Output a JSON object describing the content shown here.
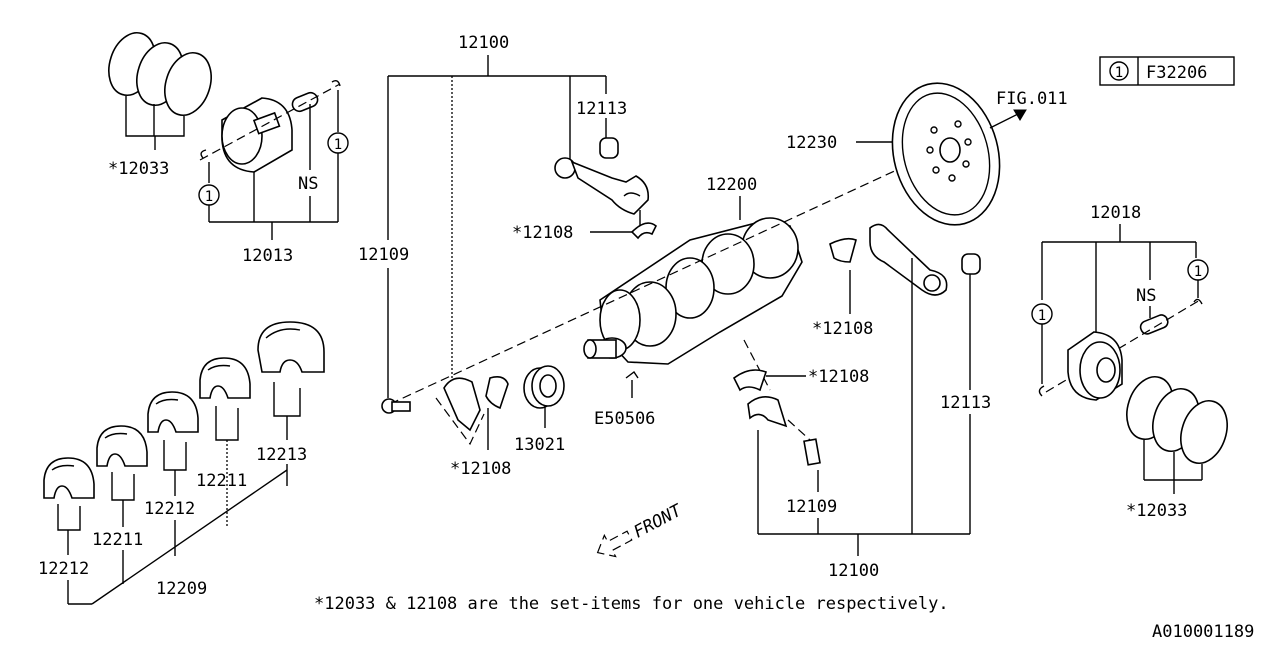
{
  "figure_ref": {
    "circled": "1",
    "code": "F32206"
  },
  "fig_link": "FIG.011",
  "front_label": "FRONT",
  "ns": "NS",
  "circled_one": "1",
  "labels": {
    "top_12100": "12100",
    "bottom_12100": "12100",
    "rod_bushing_top": "12113",
    "rod_bushing_right": "12113",
    "flywheel": "12230",
    "crankshaft": "12200",
    "bearing_upper_left": "*12108",
    "bearing_right_upper": "*12108",
    "bearing_right_lower": "*12108",
    "bearing_bottom": "*12108",
    "rod_bolt_left": "12109",
    "rod_bolt_right": "12109",
    "piston_left": "12013",
    "rings_left": "*12033",
    "piston_right": "12018",
    "rings_right": "*12033",
    "pulley": "13021",
    "key": "E50506",
    "main_12212_a": "12212",
    "main_12211_a": "12211",
    "main_12212_b": "12212",
    "main_12211_b": "12211",
    "main_12213": "12213",
    "main_set": "12209"
  },
  "footnote": "*12033 & 12108 are the set-items for one vehicle respectively.",
  "diagram_id": "A010001189"
}
